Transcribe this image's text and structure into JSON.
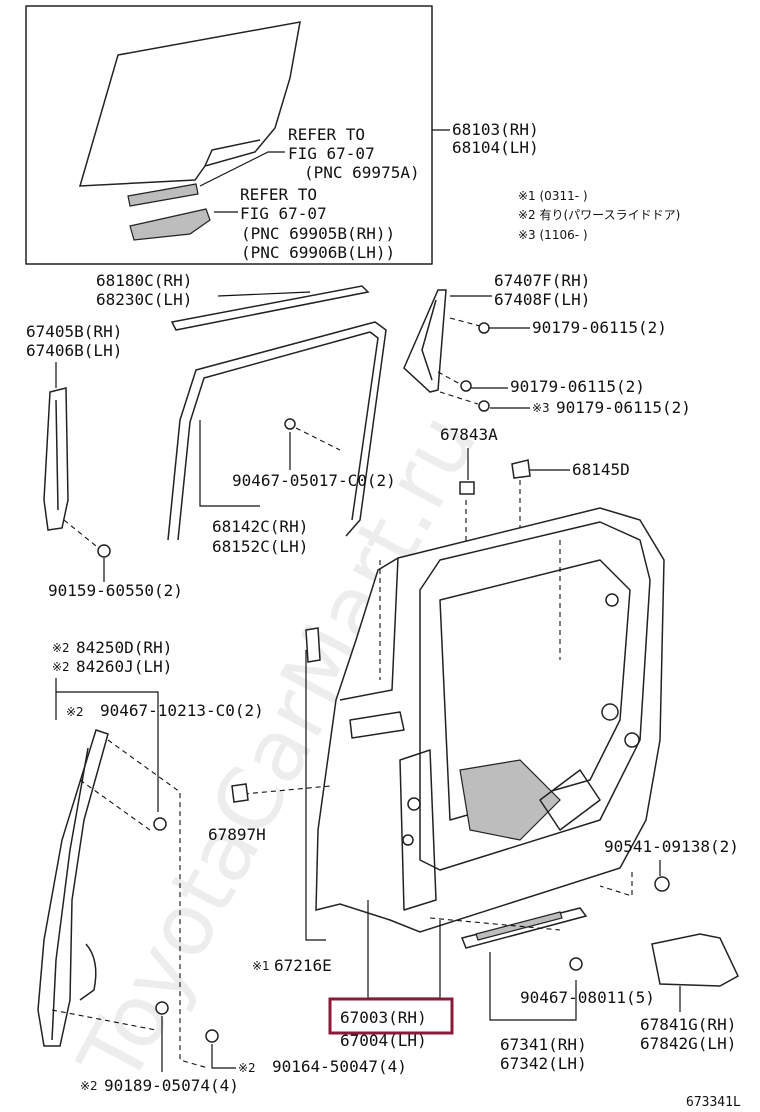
{
  "watermark": "ToyotaCarMart.ru",
  "figure_code": "673341L",
  "notes": {
    "n1": "※1 (0311-   )",
    "n2": "※2 有り(パワースライドドア)",
    "n3": "※3 (1106-    )"
  },
  "inset": {
    "refer1_a": "REFER TO",
    "refer1_b": "FIG 67-07",
    "refer1_c": "(PNC 69975A)",
    "refer2_a": "REFER TO",
    "refer2_b": "FIG 67-07",
    "refer2_c": "(PNC 69905B(RH))",
    "refer2_d": "(PNC 69906B(LH))"
  },
  "parts": {
    "p68103": "68103(RH)",
    "p68104": "68104(LH)",
    "p68180": "68180C(RH)",
    "p68230": "68230C(LH)",
    "p67407": "67407F(RH)",
    "p67408": "67408F(LH)",
    "p67405": "67405B(RH)",
    "p67406": "67406B(LH)",
    "p90179a": "90179-06115(2)",
    "p90179b": "90179-06115(2)",
    "p90179c_mark": "※3",
    "p90179c": "90179-06115(2)",
    "p67843": "67843A",
    "p68145": "68145D",
    "p90467a": "90467-05017-C0(2)",
    "p68142": "68142C(RH)",
    "p68152": "68152C(LH)",
    "p90159": "90159-60550(2)",
    "p84250_mark": "※2",
    "p84250": "84250D(RH)",
    "p84260_mark": "※2",
    "p84260": "84260J(LH)",
    "p90467b_mark": "※2",
    "p90467b": "90467-10213-C0(2)",
    "p67897": "67897H",
    "p90541": "90541-09138(2)",
    "p67216_mark": "※1",
    "p67216": "67216E",
    "p67003": "67003(RH)",
    "p67004": "67004(LH)",
    "p90467c": "90467-08011(5)",
    "p67841": "67841G(RH)",
    "p67842": "67842G(LH)",
    "p67341": "67341(RH)",
    "p67342": "67342(LH)",
    "p90164_mark": "※2",
    "p90164": "90164-50047(4)",
    "p90189_mark": "※2",
    "p90189": "90189-05074(4)"
  },
  "highlight": {
    "color": "#8b1a3a",
    "part": "67003(RH)"
  }
}
